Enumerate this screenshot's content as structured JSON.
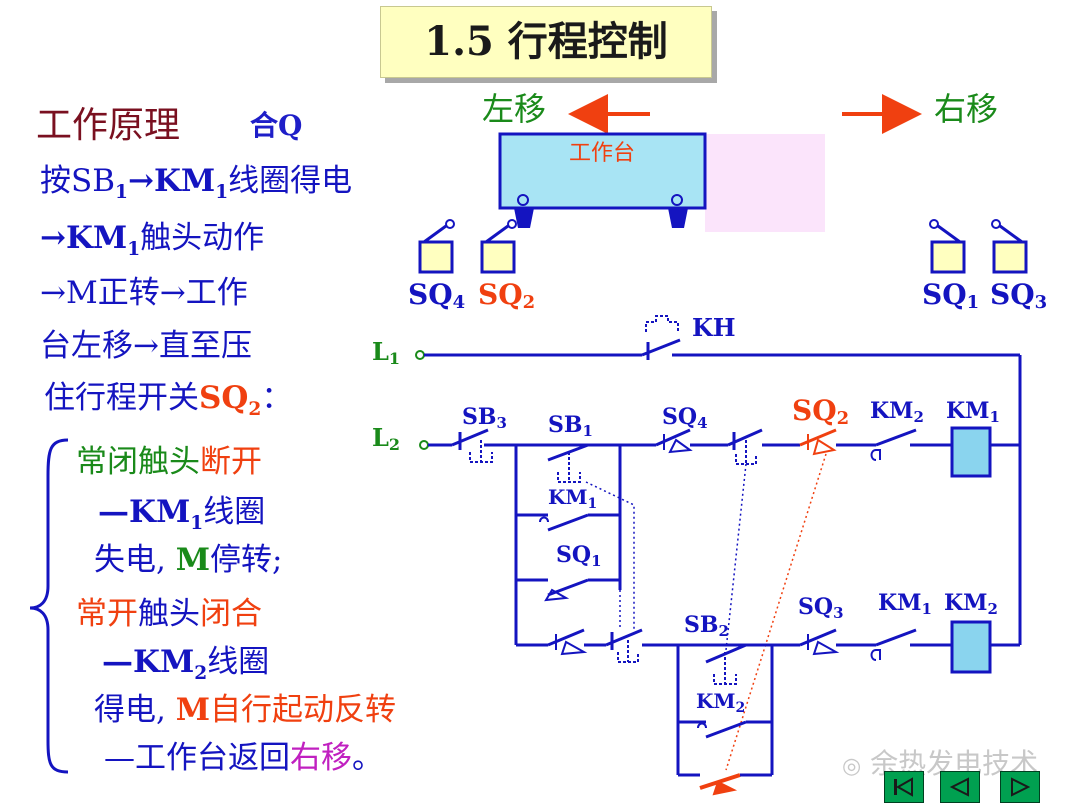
{
  "title": "1.5 行程控制",
  "heading": {
    "label": "工作原理",
    "suffix": "合Q"
  },
  "left_text": {
    "l1": {
      "a": "按SB",
      "b": "1",
      "c": "→KM",
      "d": "1",
      "e": "线圈得电"
    },
    "l2": {
      "a": "→KM",
      "b": "1",
      "c": "触头动作"
    },
    "l3": "→M正转→工作",
    "l4": "台左移→直至压",
    "l5": {
      "a": "住行程开关",
      "b": "SQ",
      "c": "2",
      "d": "："
    },
    "l6": {
      "a": "常闭触头",
      "b": "断开"
    },
    "l7": {
      "a": "—KM",
      "b": "1",
      "c": "线圈"
    },
    "l8": {
      "a": "失电, ",
      "b": "M",
      "c": "停转;"
    },
    "l9": {
      "a": "常开",
      "b": "触头",
      "c": "闭合"
    },
    "l10": {
      "a": "—KM",
      "b": "2",
      "c": "线圈"
    },
    "l11": {
      "a": "得电, ",
      "b": "M",
      "c": "自行起动反转"
    },
    "l12": {
      "a": "—工作台返回",
      "b": "右移",
      "c": "。"
    }
  },
  "diagram": {
    "left_label": "左移",
    "right_label": "右移",
    "table_label": "工作台",
    "sq4": {
      "a": "SQ",
      "b": "4"
    },
    "sq2": {
      "a": "SQ",
      "b": "2"
    },
    "sq1": {
      "a": "SQ",
      "b": "1"
    },
    "sq3": {
      "a": "SQ",
      "b": "3"
    },
    "kh": "KH",
    "L1": {
      "a": "L",
      "b": "1"
    },
    "L2": {
      "a": "L",
      "b": "2"
    },
    "sb3": {
      "a": "SB",
      "b": "3"
    },
    "sb1": {
      "a": "SB",
      "b": "1"
    },
    "sb2": {
      "a": "SB",
      "b": "2"
    },
    "km1_aux": {
      "a": "KM",
      "b": "1"
    },
    "km2_aux": {
      "a": "KM",
      "b": "2"
    },
    "top_km2": {
      "a": "KM",
      "b": "2"
    },
    "top_km1": {
      "a": "KM",
      "b": "1"
    },
    "bot_km1": {
      "a": "KM",
      "b": "1"
    },
    "bot_km2": {
      "a": "KM",
      "b": "2"
    }
  },
  "watermark": "余热发电技术",
  "colors": {
    "blue": "#1414c0",
    "red": "#f04010",
    "green": "#1a8a1a",
    "coil": "#8ad4ee",
    "title_bg": "#ffffc0",
    "nav": "#00a050"
  },
  "nav": [
    "first-page-icon",
    "previous-page-icon",
    "next-page-icon"
  ]
}
